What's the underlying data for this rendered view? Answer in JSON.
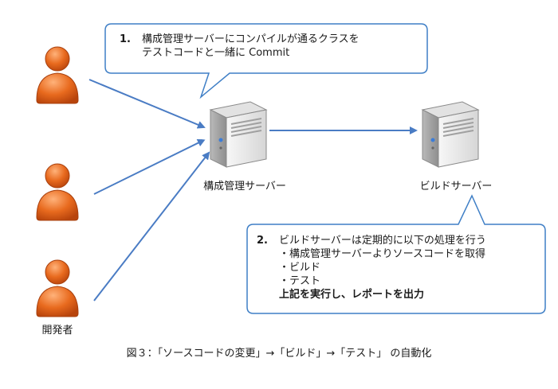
{
  "callout1": {
    "number": "1.",
    "line1": "構成管理サーバーにコンパイルが通るクラスを",
    "line2": "テストコードと一緒に Commit"
  },
  "callout2": {
    "number": "2.",
    "line1": "ビルドサーバーは定期的に以下の処理を行う",
    "items": [
      "・構成管理サーバーよりソースコードを取得",
      "・ビルド",
      "・テスト"
    ],
    "last": "上記を実行し、レポートを出力"
  },
  "labels": {
    "scm_server": "構成管理サーバー",
    "build_server": "ビルドサーバー",
    "developers": "開発者"
  },
  "caption": "図３：「ソースコードの変更」→「ビルド」→「テスト」 の自動化",
  "colors": {
    "person_orange": "#e86a1e",
    "arrow_blue": "#4a7cc4",
    "bubble_border": "#3f7fc6"
  }
}
